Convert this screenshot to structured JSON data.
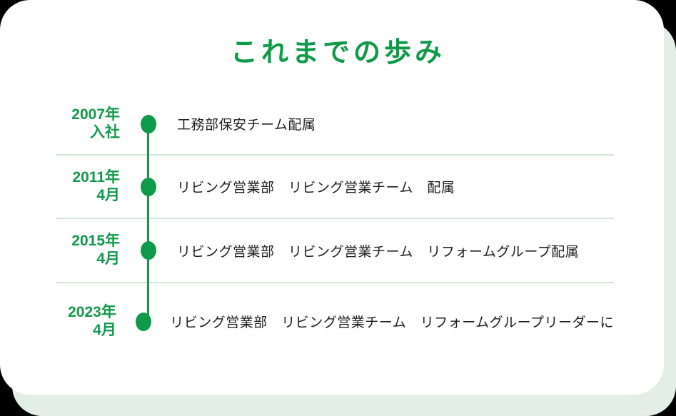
{
  "title": "これまでの歩み",
  "colors": {
    "accent_green": "#0f9a4a",
    "divider_green": "#d2e8d6",
    "shadow_card_green": "#e2eee6",
    "card_background": "#ffffff",
    "description_text": "#1e1e1e"
  },
  "timeline": {
    "items": [
      {
        "year": "2007年",
        "sub": "入社",
        "description": "工務部保安チーム配属"
      },
      {
        "year": "2011年",
        "sub": "4月",
        "description": "リビング営業部　リビング営業チーム　配属"
      },
      {
        "year": "2015年",
        "sub": "4月",
        "description": "リビング営業部　リビング営業チーム　リフォームグループ配属"
      },
      {
        "year": "2023年",
        "sub": "4月",
        "description": "リビング営業部　リビング営業チーム　リフォームグループリーダーに"
      }
    ]
  }
}
